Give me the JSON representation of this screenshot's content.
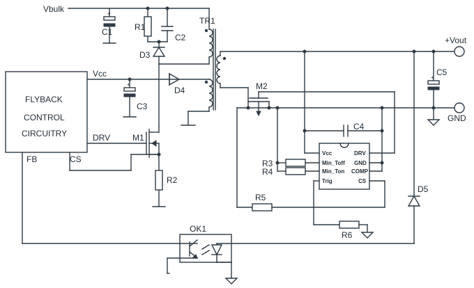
{
  "labels": {
    "vbulk": "Vbulk",
    "vout": "+Vout",
    "gnd": "GND",
    "vcc": "Vcc",
    "drv": "DRV",
    "fb": "FB",
    "cs": "CS",
    "tr1": "TR1",
    "c1": "C1",
    "c2": "C2",
    "c3": "C3",
    "c4": "C4",
    "c5": "C5",
    "r1": "R1",
    "r2": "R2",
    "r3": "R3",
    "r4": "R4",
    "r5": "R5",
    "r6": "R6",
    "d3": "D3",
    "d4": "D4",
    "d5": "D5",
    "m1": "M1",
    "m2": "M2",
    "ok1": "OK1"
  },
  "controller_block": {
    "line1": "FLYBACK",
    "line2": "CONTROL",
    "line3": "CIRCUITRY"
  },
  "ic": {
    "pins_left": [
      "Vcc",
      "Min_Toff",
      "Min_Ton",
      "Trig"
    ],
    "pins_right": [
      "DRV",
      "GND",
      "COMP",
      "CS"
    ]
  }
}
